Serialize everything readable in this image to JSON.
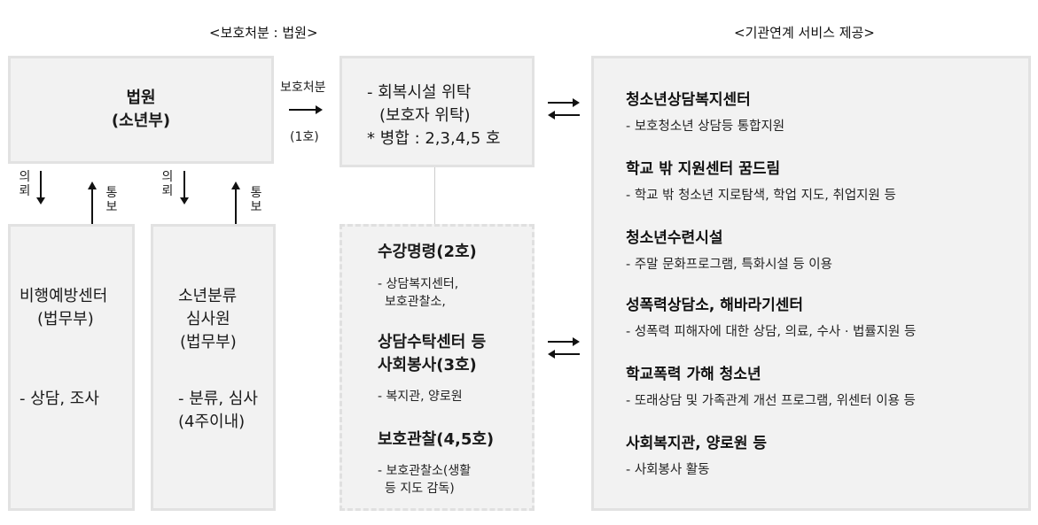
{
  "headers": {
    "left": "<보호처분 : 법원>",
    "right": "<기관연계 서비스 제공>"
  },
  "court": {
    "title": "법원",
    "subtitle": "(소년부)"
  },
  "arrow_court": {
    "top": "보호처분",
    "bottom": "(1호)"
  },
  "side_labels": {
    "request_1": "의",
    "request_2": "뢰",
    "notify_1": "통",
    "notify_2": "보"
  },
  "disposition": {
    "line1": "- 회복시설 위탁",
    "line2": "(보호자 위탁)",
    "line3": "* 병합 : 2,3,4,5 호"
  },
  "prevention_center": {
    "line1": "비행예방센터",
    "line2": "(법무부)",
    "detail": "- 상담, 조사"
  },
  "classification": {
    "line1": "소년분류",
    "line2": "심사원",
    "line3": "(법무부)",
    "detail1": "- 분류, 심사",
    "detail2": "(4주이내)"
  },
  "orders": [
    {
      "title": "수강명령(2호)",
      "lines": [
        "- 상담복지센터,",
        "보호관찰소,"
      ]
    },
    {
      "title": "상담수탁센터 등",
      "title2": "사회봉사(3호)",
      "lines": [
        "- 복지관, 양로원"
      ]
    },
    {
      "title": "보호관찰(4,5호)",
      "lines": [
        "- 보호관찰소(생활",
        "등 지도 감독)"
      ]
    }
  ],
  "services": [
    {
      "title": "청소년상담복지센터",
      "desc": "- 보호청소년 상담등 통합지원"
    },
    {
      "title": "학교 밖 지원센터 꿈드림",
      "desc": "- 학교 밖 청소년 지로탐색, 학업 지도, 취업지원 등"
    },
    {
      "title": "청소년수련시설",
      "desc": "- 주말 문화프로그램, 특화시설 등 이용"
    },
    {
      "title": "성폭력상담소, 해바라기센터",
      "desc": "- 성폭력 피해자에 대한 상담, 의료, 수사 · 법률지원 등"
    },
    {
      "title": "학교폭력 가해 청소년",
      "desc": "- 또래상담 및 가족관계 개선 프로그램, 위센터 이용 등"
    },
    {
      "title": "사회복지관, 양로원 등",
      "desc": "- 사회봉사 활동"
    }
  ]
}
